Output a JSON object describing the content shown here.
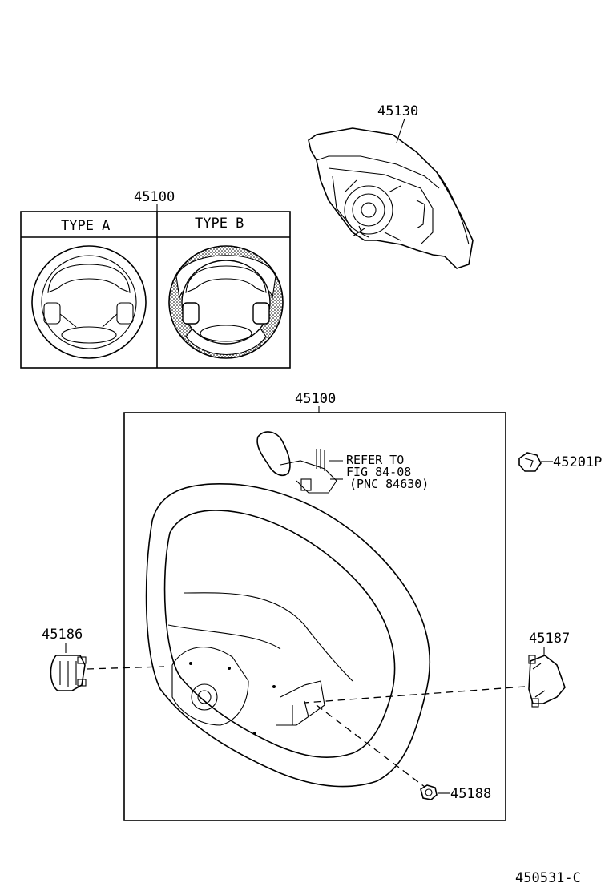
{
  "labels": {
    "airbag_part": "45130",
    "wheel_types_part": "45100",
    "type_a": "TYPE A",
    "type_b": "TYPE B",
    "wheel_assy_part": "45100",
    "refer_line1": "REFER TO",
    "refer_line2": "FIG 84-08",
    "refer_line3": "(PNC 84630)",
    "nut_part": "45201P",
    "cover_left_part": "45186",
    "cover_right_part": "45187",
    "screw_part": "45188",
    "figure_code": "450531-C"
  }
}
